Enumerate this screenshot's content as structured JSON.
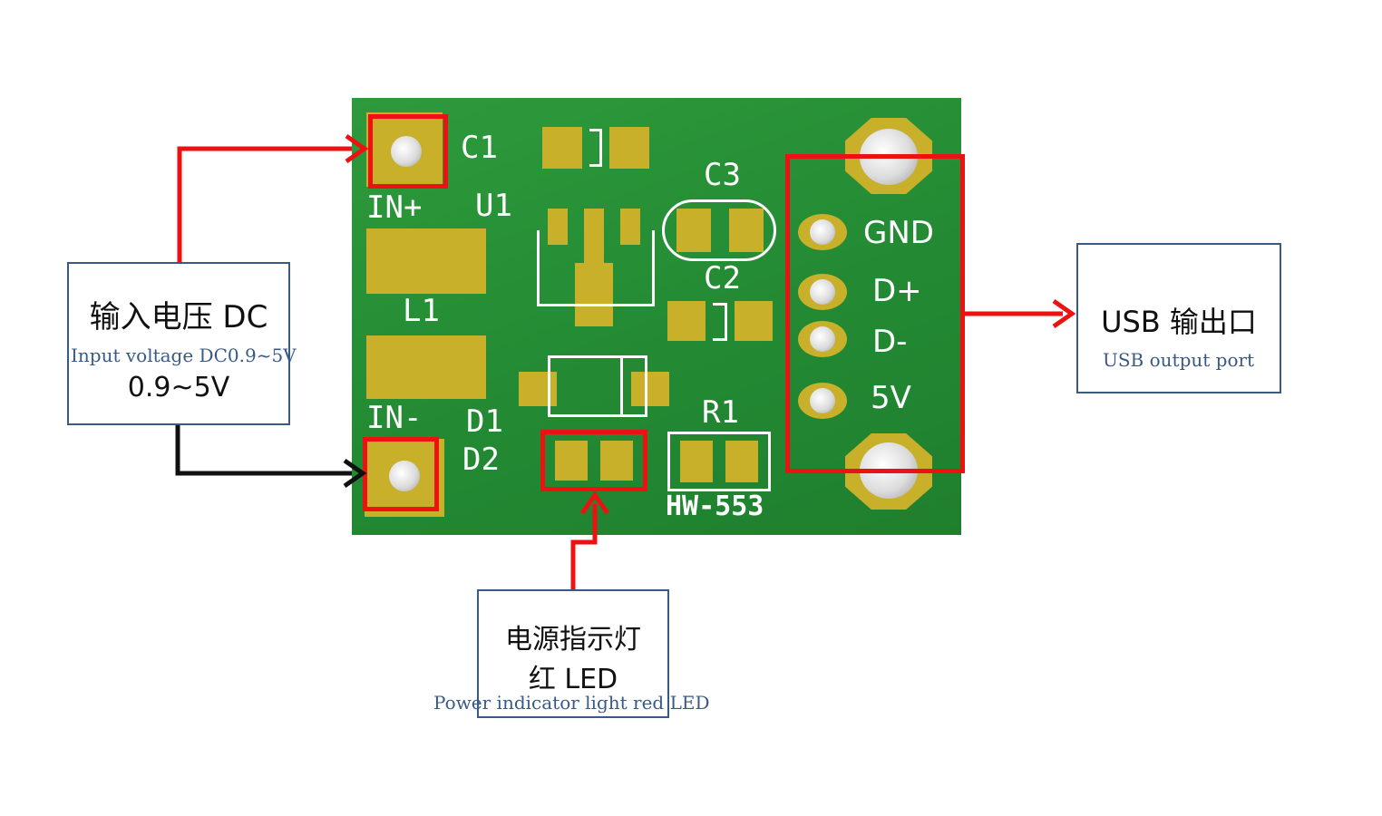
{
  "board": {
    "labels": {
      "c1": "C1",
      "in_plus": "IN+",
      "u1": "U1",
      "l1": "L1",
      "in_minus": "IN-",
      "d1": "D1",
      "d2": "D2",
      "c3": "C3",
      "c2": "C2",
      "r1": "R1",
      "model": "HW-553",
      "gnd": "GND",
      "d_plus": "D+",
      "d_minus": "D-",
      "five_v": "5V"
    }
  },
  "callouts": {
    "input": {
      "title_cn": "输入电压 DC",
      "subtitle_en": "Input voltage DC0.9~5V",
      "range": "0.9~5V"
    },
    "usb": {
      "title_cn": "USB 输出口",
      "subtitle_en": "USB output port"
    },
    "led": {
      "title_cn": "电源指示灯",
      "line2_cn": "红 LED",
      "subtitle_en": "Power indicator light red LED"
    }
  },
  "colors": {
    "pcb_green": "#238a33",
    "pad_gold": "#c8b02a",
    "highlight_red": "#ee1111",
    "box_border": "#3a5a86",
    "arrow_black": "#111111"
  }
}
